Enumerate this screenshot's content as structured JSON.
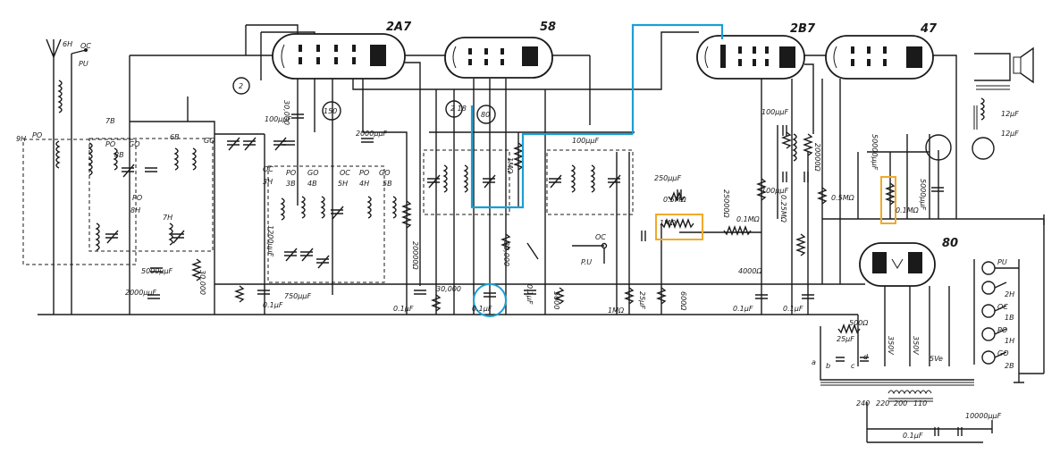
{
  "tubes": {
    "t1": "2A7",
    "t2": "58",
    "t3": "2B7",
    "t4": "47",
    "t5": "80"
  },
  "markers": {
    "m2": "2",
    "m150": "150",
    "m2_18": "2\n18",
    "m80": "80"
  },
  "switch_labels": {
    "sixH": "6H",
    "oc": "OC",
    "pu_top": "PU",
    "sevenB": "7B",
    "nineH": "9H",
    "po_left": "PO",
    "eightB": "8B",
    "po_b": "PO",
    "go_b": "GO",
    "sixB": "6B",
    "go_r": "GO",
    "po_c": "PO",
    "eightH": "8H",
    "sevenH": "7H",
    "oc_3h": "OC",
    "threeH": "3H",
    "po_3b": "PO",
    "threeB": "3B",
    "go_4b": "GO",
    "fourB": "4B",
    "oc_5h": "OC",
    "fiveH": "5H",
    "po_4h": "PO",
    "fourH": "4H",
    "go_5b": "GO",
    "fiveB": "5B",
    "oc_pu": "OC",
    "pu": "P.U",
    "pu_r": "PU",
    "twoH": "2H",
    "oc_r": "OC",
    "oneB": "1B",
    "po_r": "PO",
    "oneH": "1H",
    "go_rr": "GO",
    "twoB": "2B"
  },
  "values": {
    "c100a": "100µµF",
    "r30000a": "30,000",
    "c2000": "2000µµF",
    "c100b": "100µµF",
    "r1M": "1MΩ",
    "c250": "250µµF",
    "r05M": "0.5MΩ",
    "r1M_b": "1MΩ",
    "r25000": "25000Ω",
    "r01M": "0.1MΩ",
    "r4000": "4000Ω",
    "c100c": "100µµF",
    "c100d": "100µµF",
    "r025M": "0.25MΩ",
    "r20000": "20000Ω",
    "r05M_b": "0.5MΩ",
    "c50000": "50000µµF",
    "r01M_b": "0.1MΩ",
    "c5000": "5000µµF",
    "c1200": "1200µµF",
    "c750": "750µµF",
    "r20000b": "20000Ω",
    "c5000b": "5000µµF",
    "r30000b": "30,000",
    "c2000b": "2000µµF",
    "r30000c": "30,000",
    "c01a": "0.1µF",
    "c01b": "0.1µF",
    "r30000d": "30,000",
    "c01c": "0.1µF",
    "c01d": "0.1µF",
    "r5000": "5000",
    "r1M_c": "1MΩ",
    "c25a": "25µF",
    "r600": "600Ω",
    "c01e": "0.1µF",
    "c01f": "0.1µF",
    "r500": "500Ω",
    "c25b": "25µF",
    "v350a": "350V",
    "v350b": "350V",
    "v5": "5V",
    "c12": "12µF",
    "c12b": "12µF",
    "c10000": "10000µµF",
    "c01g": "0.1µF",
    "tap240": "240",
    "tap220": "220",
    "tap200": "200",
    "tap110": "110",
    "ha": "a",
    "hb": "b",
    "hc": "c",
    "hd": "d",
    "he": "e"
  },
  "highlights": {
    "blue": "#1a9fd4",
    "orange": "#f0a92a"
  }
}
